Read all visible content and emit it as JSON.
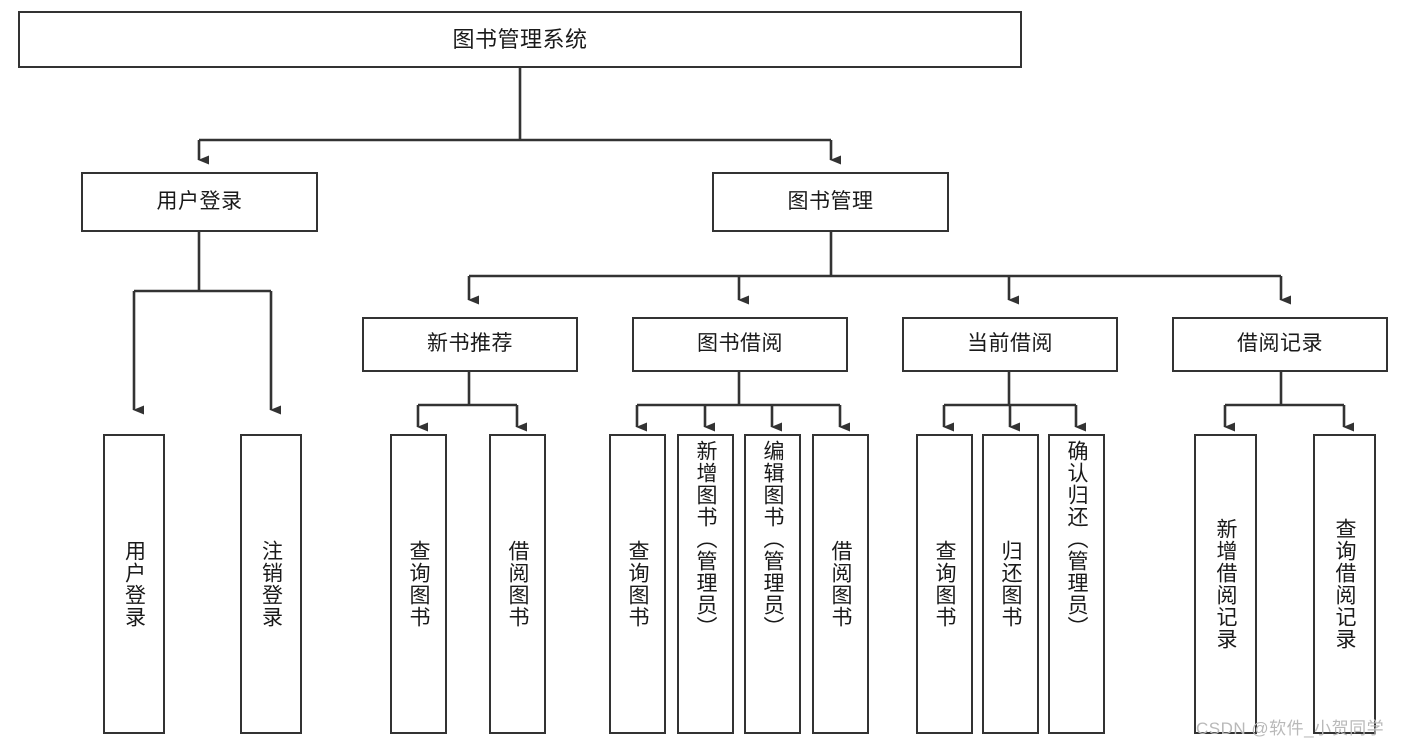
{
  "diagram": {
    "type": "tree",
    "title": "图书管理系统",
    "watermark": "CSDN @软件_小贺同学",
    "colors": {
      "border": "#333333",
      "fill": "#ffffff",
      "text": "#1a1a1a",
      "edge": "#333333",
      "watermark": "#b9b9b9"
    },
    "nodes": {
      "root": {
        "label": "图书管理系统"
      },
      "level1": [
        {
          "id": "user-login",
          "label": "用户登录"
        },
        {
          "id": "book-manage",
          "label": "图书管理"
        }
      ],
      "level2": [
        {
          "id": "new-book-recommend",
          "label": "新书推荐"
        },
        {
          "id": "book-borrow",
          "label": "图书借阅"
        },
        {
          "id": "current-borrow",
          "label": "当前借阅"
        },
        {
          "id": "borrow-record",
          "label": "借阅记录"
        }
      ],
      "leaves": {
        "user_login": [
          {
            "id": "leaf-user-login",
            "label": "用户登录"
          },
          {
            "id": "leaf-logout-login",
            "label": "注销登录"
          }
        ],
        "new_book_recommend": [
          {
            "id": "leaf-query-book-1",
            "label": "查询图书"
          },
          {
            "id": "leaf-borrow-book-1",
            "label": "借阅图书"
          }
        ],
        "book_borrow": [
          {
            "id": "leaf-query-book-2",
            "label": "查询图书"
          },
          {
            "id": "leaf-add-book",
            "label": "新增图书（管理员）"
          },
          {
            "id": "leaf-edit-book",
            "label": "编辑图书（管理员）"
          },
          {
            "id": "leaf-borrow-book-2",
            "label": "借阅图书"
          }
        ],
        "current_borrow": [
          {
            "id": "leaf-query-book-3",
            "label": "查询图书"
          },
          {
            "id": "leaf-return-book",
            "label": "归还图书"
          },
          {
            "id": "leaf-confirm-return",
            "label": "确认归还（管理员）"
          }
        ],
        "borrow_record": [
          {
            "id": "leaf-add-record",
            "label": "新增借阅记录"
          },
          {
            "id": "leaf-query-record",
            "label": "查询借阅记录"
          }
        ]
      }
    }
  }
}
